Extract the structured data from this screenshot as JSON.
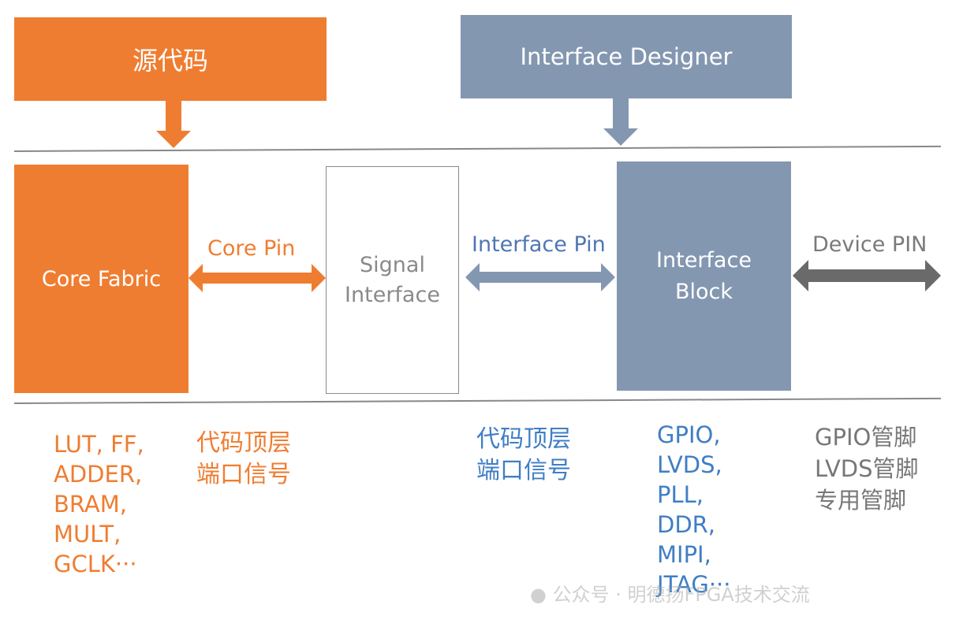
{
  "colors": {
    "orange": "#ef7d31",
    "slate": "#8497b1",
    "blue_text": "#3f7ec5",
    "dark_arrow": "#6a6a6a",
    "gray_text": "#777777"
  },
  "top": {
    "source_code": "源代码",
    "interface_designer": "Interface Designer"
  },
  "blocks": {
    "core_fabric": "Core Fabric",
    "signal_interface_line1": "Signal",
    "signal_interface_line2": "Interface",
    "interface_block_line1": "Interface",
    "interface_block_line2": "Block"
  },
  "arrows": {
    "core_pin": "Core Pin",
    "interface_pin": "Interface Pin",
    "device_pin": "Device PIN"
  },
  "bottom": {
    "core_items": [
      "LUT, FF,",
      "ADDER,",
      "BRAM,",
      "MULT,",
      "GCLK···"
    ],
    "core_pin_desc": [
      "代码顶层",
      "端口信号"
    ],
    "interface_pin_desc": [
      "代码顶层",
      "端口信号"
    ],
    "interface_block_items": [
      "GPIO,",
      "LVDS,",
      "PLL,",
      "DDR,",
      "MIPI,",
      "JTAG···"
    ],
    "device_pin_desc": [
      "GPIO管脚",
      "LVDS管脚",
      "专用管脚"
    ]
  },
  "watermark": "公众号 · 明德扬FPGA技术交流"
}
